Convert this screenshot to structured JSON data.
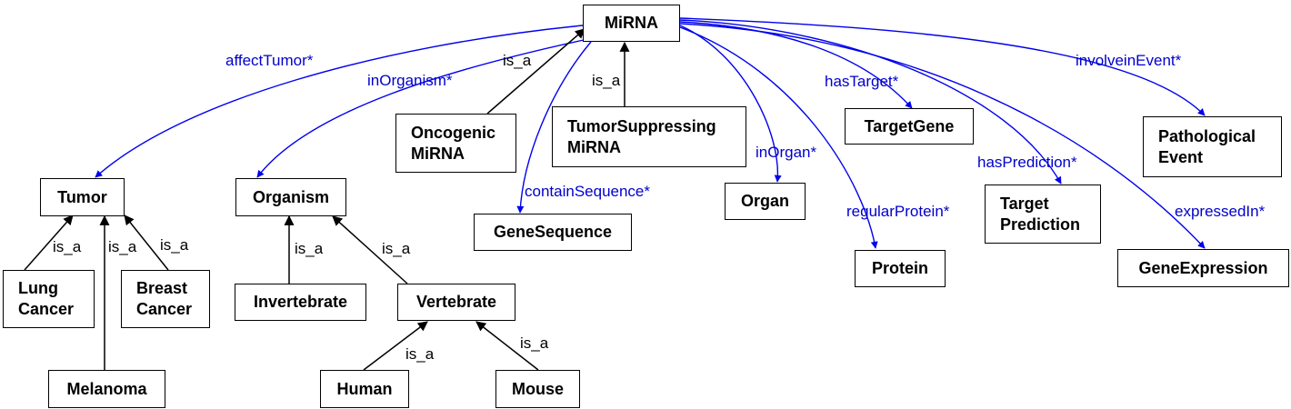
{
  "colors": {
    "relation": "#0000ee",
    "is_a": "#000000",
    "relation_text": "#0000cc"
  },
  "nodes": {
    "mirna": "MiRNA",
    "oncogenic": "Oncogenic\nMiRNA",
    "tumorsupp": "TumorSuppressing\nMiRNA",
    "tumor": "Tumor",
    "lung": "Lung\nCancer",
    "breast": "Breast\nCancer",
    "melanoma": "Melanoma",
    "organism": "Organism",
    "invertebrate": "Invertebrate",
    "vertebrate": "Vertebrate",
    "human": "Human",
    "mouse": "Mouse",
    "genesequence": "GeneSequence",
    "organ": "Organ",
    "targetgene": "TargetGene",
    "protein": "Protein",
    "targetprediction": "Target\nPrediction",
    "pathological": "Pathological\nEvent",
    "geneexpression": "GeneExpression"
  },
  "relations": {
    "affectTumor": "affectTumor*",
    "inOrganism": "inOrganism*",
    "containSequence": "containSequence*",
    "inOrgan": "inOrgan*",
    "hasTarget": "hasTarget*",
    "regularProtein": "regularProtein*",
    "hasPrediction": "hasPrediction*",
    "involveinEvent": "involveinEvent*",
    "expressedIn": "expressedIn*"
  },
  "is_a": {
    "oncogenic": "is_a",
    "tumorsupp": "is_a",
    "lung": "is_a",
    "melanoma": "is_a",
    "breast": "is_a",
    "invertebrate": "is_a",
    "vertebrate": "is_a",
    "human": "is_a",
    "mouse": "is_a"
  }
}
